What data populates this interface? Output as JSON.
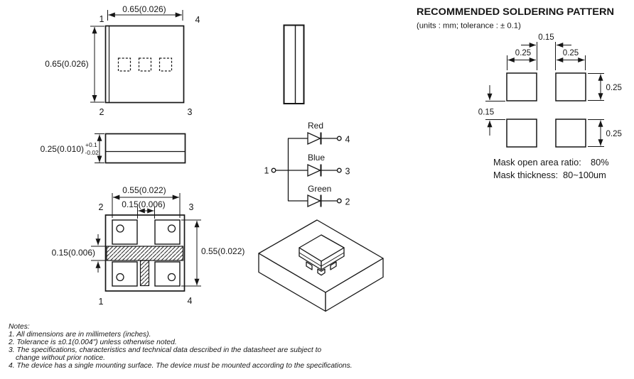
{
  "style": {
    "ink": "#161616",
    "background": "#ffffff"
  },
  "top_view": {
    "dim_width": "0.65(0.026)",
    "dim_height": "0.65(0.026)",
    "pin_tl": "1",
    "pin_tr": "4",
    "pin_bl": "2",
    "pin_br": "3"
  },
  "side_view": {
    "dim": "0.25(0.010)",
    "tol_plus": "+0.1",
    "tol_minus": "-0.02"
  },
  "bottom_view": {
    "dim_span_top": "0.55(0.022)",
    "dim_gap_top": "0.15(0.006)",
    "dim_gap_left": "0.15(0.006)",
    "dim_span_right": "0.55(0.022)",
    "pin_tl": "2",
    "pin_tr": "3",
    "pin_bl": "1",
    "pin_br": "4"
  },
  "circuit": {
    "common_pin": "1",
    "diodes": [
      {
        "name": "Red",
        "pin": "4"
      },
      {
        "name": "Blue",
        "pin": "3"
      },
      {
        "name": "Green",
        "pin": "2"
      }
    ]
  },
  "soldering": {
    "title": "RECOMMENDED SOLDERING PATTERN",
    "subtitle": "(units : mm; tolerance : ± 0.1)",
    "dim_gap_h": "0.15",
    "dim_w_left": "0.25",
    "dim_w_right": "0.25",
    "dim_h_top": "0.25",
    "dim_h_bottom": "0.25",
    "dim_gap_v": "0.15",
    "mask_ratio_label": "Mask open area ratio:",
    "mask_ratio_value": "80%",
    "mask_thickness_label": "Mask thickness:",
    "mask_thickness_value": "80~100um"
  },
  "notes": {
    "heading": "Notes:",
    "line1": "1. All dimensions are in millimeters (inches).",
    "line2": "2. Tolerance is ±0.1(0.004\") unless otherwise noted.",
    "line3": "3. The specifications, characteristics and technical data described in the datasheet are subject to",
    "line3b": "change without prior notice.",
    "line4": "4. The device has a single mounting surface. The device must be mounted according to the specifications."
  }
}
